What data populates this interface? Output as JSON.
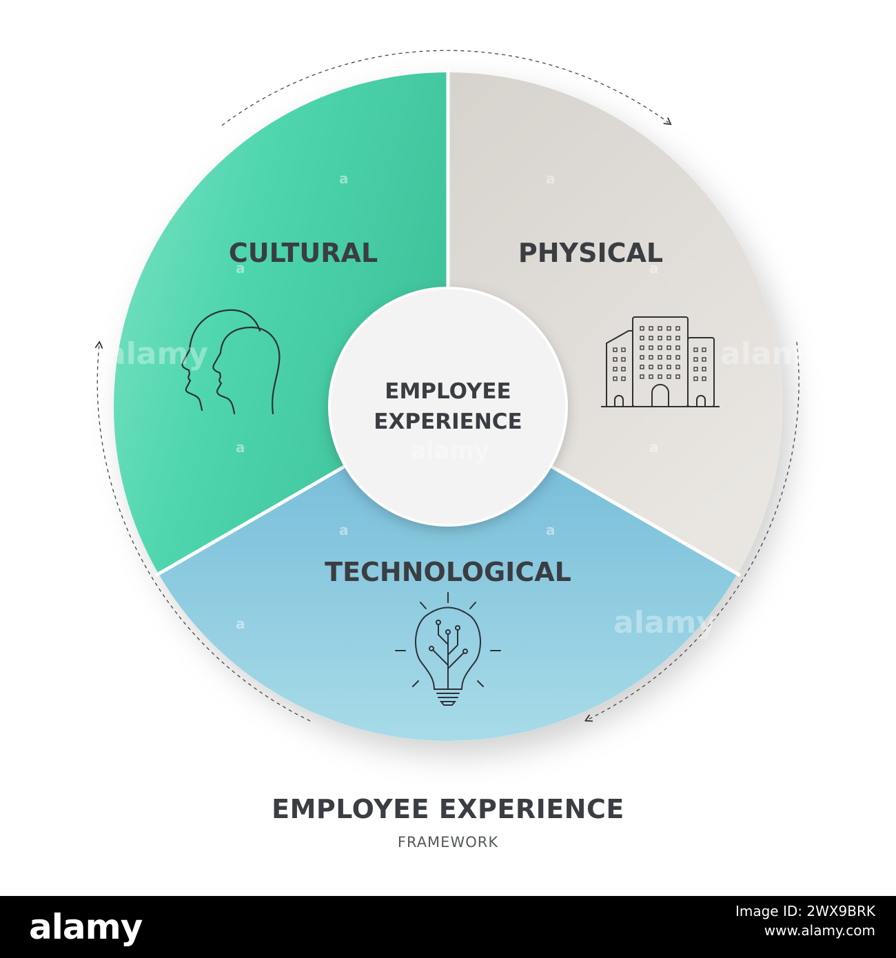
{
  "segments": {
    "cultural": {
      "label": "CULTURAL",
      "icon": "two-heads-icon",
      "color": "#4dd5ae"
    },
    "physical": {
      "label": "PHYSICAL",
      "icon": "office-buildings-icon",
      "color": "#e2ded9"
    },
    "technological": {
      "label": "TECHNOLOGICAL",
      "icon": "lightbulb-circuit-icon",
      "color": "#80c4dc"
    }
  },
  "center": {
    "line1": "EMPLOYEE",
    "line2": "EXPERIENCE"
  },
  "footer": {
    "title": "EMPLOYEE EXPERIENCE",
    "subtitle": "FRAMEWORK"
  },
  "watermark": {
    "text": "alamy",
    "letter": "a"
  },
  "stock": {
    "logo": "alamy",
    "image_id": "Image ID: 2WX9BRK",
    "site": "www.alamy.com"
  }
}
